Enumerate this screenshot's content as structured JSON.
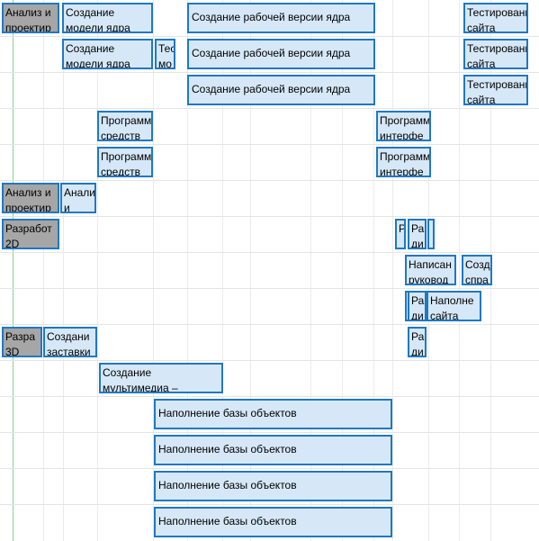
{
  "timeline": {
    "grid_color": "#ebebeb",
    "today_line_color": "#8fcf8f",
    "task_fill": "#d6e8f8",
    "task_border": "#1f78c4",
    "summary_fill": "#a6a6a6"
  },
  "rows": [
    {
      "tasks": [
        {
          "label": "Анализ и проектир",
          "summary": true
        },
        {
          "label": "Создание модели ядра"
        },
        {
          "label": "Создание рабочей версии ядра"
        },
        {
          "label": "Тестирование сайта"
        }
      ]
    },
    {
      "tasks": [
        {
          "label": "Создание модели ядра"
        },
        {
          "label": "Тест мо"
        },
        {
          "label": "Создание рабочей версии ядра"
        },
        {
          "label": "Тестирование сайта"
        }
      ]
    },
    {
      "tasks": [
        {
          "label": "Создание рабочей версии ядра"
        },
        {
          "label": "Тестирование сайта"
        }
      ]
    },
    {
      "tasks": [
        {
          "label": "Программные средств"
        },
        {
          "label": "Программный интерфе"
        }
      ]
    },
    {
      "tasks": [
        {
          "label": "Программные средств"
        },
        {
          "label": "Программный интерфе"
        }
      ]
    },
    {
      "tasks": [
        {
          "label": "Анализ и проектир",
          "summary": true
        },
        {
          "label": "Анализ и"
        }
      ]
    },
    {
      "tasks": [
        {
          "label": "Разработ 2D",
          "summary": true
        },
        {
          "label": "Р"
        },
        {
          "label": "Ра ди"
        },
        {
          "label": ""
        }
      ]
    },
    {
      "tasks": [
        {
          "label": "Написан руковод"
        },
        {
          "label": "Созд спра"
        }
      ]
    },
    {
      "tasks": [
        {
          "label": ""
        },
        {
          "label": "Ра ди"
        },
        {
          "label": "Наполне сайта"
        }
      ]
    },
    {
      "tasks": [
        {
          "label": "Разра 3D",
          "summary": true
        },
        {
          "label": "Создани заставки"
        },
        {
          "label": "Ра ди"
        }
      ]
    },
    {
      "tasks": [
        {
          "label": "Создание мультимедиа –"
        }
      ]
    },
    {
      "tasks": [
        {
          "label": "Наполнение базы объектов"
        }
      ]
    },
    {
      "tasks": [
        {
          "label": "Наполнение базы объектов"
        }
      ]
    },
    {
      "tasks": [
        {
          "label": "Наполнение базы объектов"
        }
      ]
    },
    {
      "tasks": [
        {
          "label": "Наполнение базы объектов"
        }
      ]
    }
  ]
}
